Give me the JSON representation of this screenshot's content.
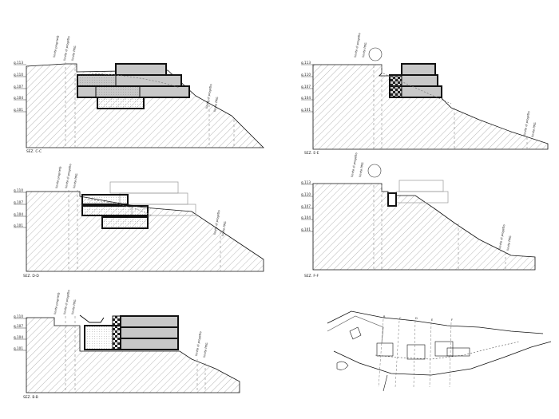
{
  "sections": [
    {
      "id": "cc",
      "label": "SEZ. C-C",
      "levels": [
        "q.113",
        "q.110",
        "q.107",
        "q.104",
        "q.101"
      ],
      "annotations": [
        "limite proprietà",
        "limite di progetto",
        "limite PRG",
        "limite di progetto",
        "limite PRG"
      ]
    },
    {
      "id": "ee",
      "label": "SEZ. E-E",
      "levels": [
        "q.113",
        "q.110",
        "q.107",
        "q.104",
        "q.101"
      ],
      "annotations": [
        "limite di progetto",
        "limite PRG",
        "limite di progetto",
        "limite PRG"
      ]
    },
    {
      "id": "dd",
      "label": "SEZ. D-D",
      "levels": [
        "q.110",
        "q.107",
        "q.104",
        "q.101"
      ],
      "annotations": [
        "limite proprietà",
        "limite di progetto",
        "limite PRG",
        "limite di progetto",
        "limite PRG"
      ]
    },
    {
      "id": "ff",
      "label": "SEZ. F-F",
      "levels": [
        "q.113",
        "q.110",
        "q.107",
        "q.104",
        "q.101"
      ],
      "annotations": [
        "limite di progetto",
        "limite PRG",
        "limite di progetto",
        "limite PRG"
      ]
    },
    {
      "id": "bb",
      "label": "SEZ. B-B",
      "levels": [
        "q.110",
        "q.107",
        "q.104",
        "q.101"
      ],
      "annotations": [
        "limite proprietà",
        "limite di progetto",
        "limite PRG",
        "limite di progetto",
        "limite PRG"
      ]
    }
  ],
  "site_plan": {
    "section_marks": [
      "B",
      "C",
      "D",
      "E",
      "F"
    ]
  },
  "colors": {
    "line": "#111111",
    "hatch": "#9a9a9a",
    "grey_band": "#c8c8c8",
    "dashed": "#888888"
  }
}
